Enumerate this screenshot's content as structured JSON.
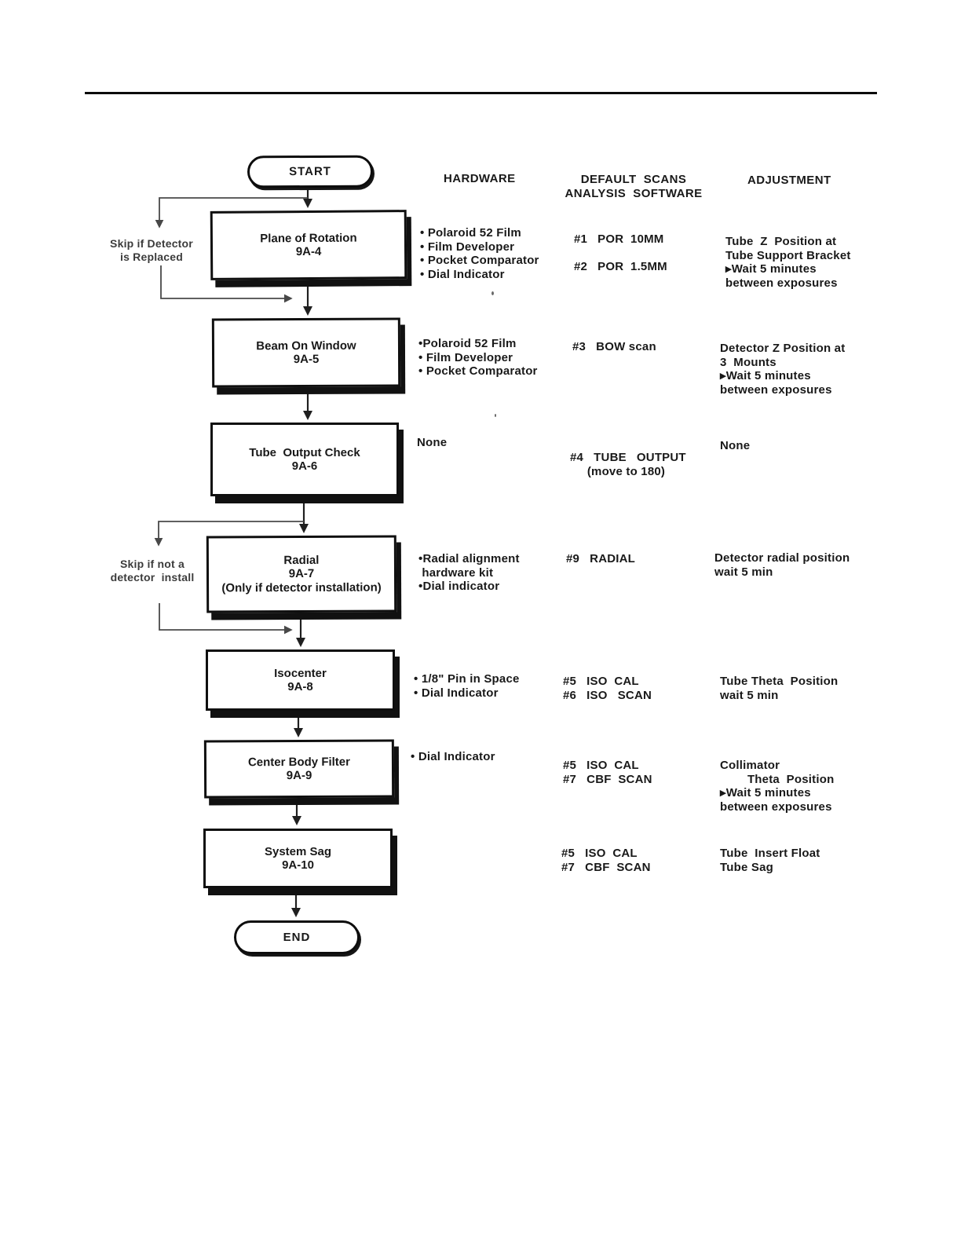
{
  "colors": {
    "ink": "#1d1d1d",
    "paper": "#ffffff",
    "line_dark": "#242424",
    "line_gray": "#4b4b4b"
  },
  "headers": {
    "hardware": "HARDWARE",
    "scans": [
      "DEFAULT  SCANS",
      "ANALYSIS  SOFTWARE"
    ],
    "adjustment": "ADJUSTMENT"
  },
  "terminators": {
    "start": "START",
    "end": "END"
  },
  "skip_notes": [
    {
      "lines": [
        "Skip if Detector",
        "is Replaced"
      ]
    },
    {
      "lines": [
        "Skip if not a",
        "detector  install"
      ]
    }
  ],
  "steps": [
    {
      "title": [
        "Plane of Rotation",
        "9A-4"
      ],
      "hardware": [
        "• Polaroid 52 Film",
        "• Film Developer",
        "• Pocket Comparator",
        "• Dial Indicator"
      ],
      "scans": [
        "#1   POR  10MM",
        " ",
        "#2   POR  1.5MM"
      ],
      "adjustment": [
        "Tube  Z  Position at",
        "Tube Support Bracket",
        "▸Wait 5 minutes",
        "between exposures"
      ]
    },
    {
      "title": [
        "Beam On Window",
        "9A-5"
      ],
      "hardware": [
        "•Polaroid 52 Film",
        "• Film Developer",
        "• Pocket Comparator"
      ],
      "scans": [
        "#3   BOW scan"
      ],
      "adjustment": [
        "Detector Z Position at",
        "3  Mounts",
        "▸Wait 5 minutes",
        "between exposures"
      ]
    },
    {
      "title": [
        "Tube  Output Check",
        "9A-6"
      ],
      "hardware": [
        "None"
      ],
      "scans": [
        "#4   TUBE   OUTPUT",
        "     (move to 180)"
      ],
      "adjustment": [
        "None"
      ]
    },
    {
      "title": [
        "Radial",
        "9A-7",
        "(Only if detector installation)"
      ],
      "hardware": [
        "•Radial alignment",
        " hardware kit",
        "•Dial indicator"
      ],
      "scans": [
        "#9   RADIAL"
      ],
      "adjustment": [
        "Detector radial position",
        "wait 5 min"
      ]
    },
    {
      "title": [
        "Isocenter",
        "9A-8"
      ],
      "hardware": [
        "• 1/8\" Pin in Space",
        "• Dial Indicator"
      ],
      "scans": [
        "#5   ISO  CAL",
        "#6   ISO   SCAN"
      ],
      "adjustment": [
        "Tube Theta  Position",
        "wait 5 min"
      ]
    },
    {
      "title": [
        "Center Body Filter",
        "9A-9"
      ],
      "hardware": [
        "• Dial Indicator"
      ],
      "scans": [
        "#5   ISO  CAL",
        "#7   CBF  SCAN"
      ],
      "adjustment": [
        "Collimator",
        "        Theta  Position",
        "▸Wait 5 minutes",
        "between exposures"
      ]
    },
    {
      "title": [
        "System Sag",
        "9A-10"
      ],
      "hardware": [],
      "scans": [
        "#5   ISO  CAL",
        "#7   CBF  SCAN"
      ],
      "adjustment": [
        "Tube  Insert Float",
        "Tube Sag"
      ]
    }
  ]
}
